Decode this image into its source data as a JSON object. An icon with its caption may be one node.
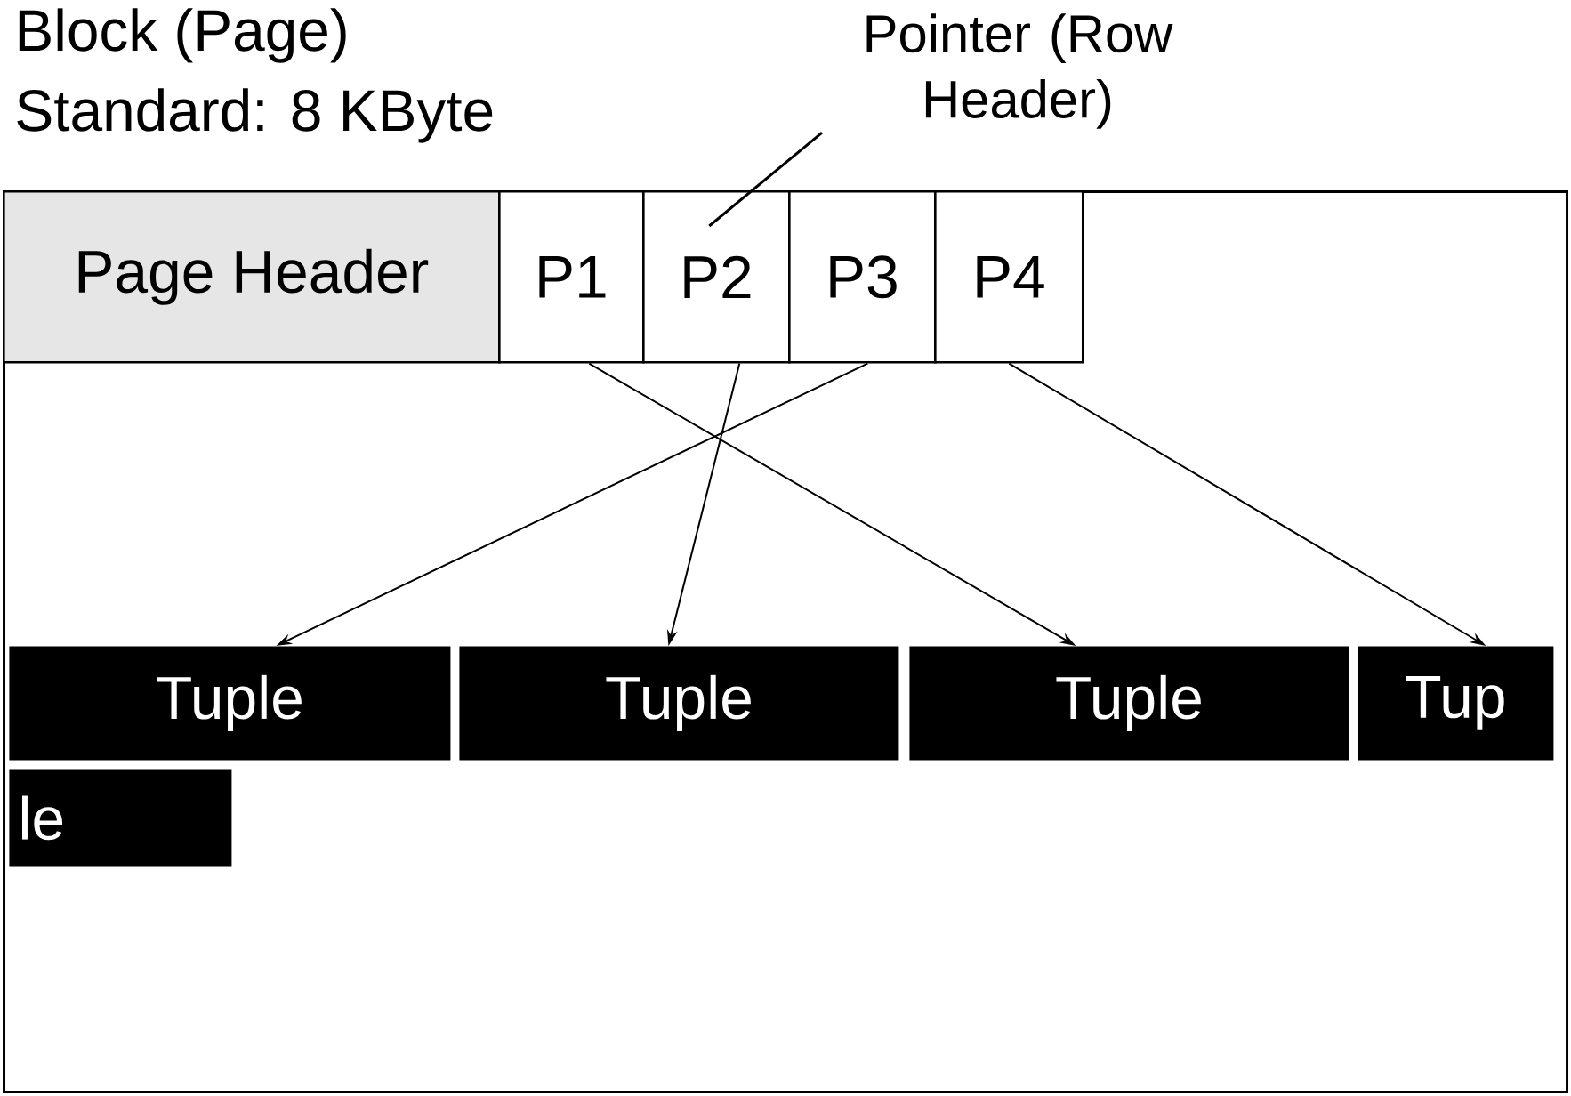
{
  "diagram": {
    "nodes": [
      {
        "text": [
          "Block (Page)",
          "Standard: 8 KByte"
        ]
      },
      {
        "text": [
          "Page Header"
        ],
        "in": 0
      },
      {
        "text": [
          "P1"
        ],
        "in": 0
      },
      {
        "text": [
          "P2"
        ],
        "in": 0
      },
      {
        "text": [
          "P3"
        ],
        "in": 0
      },
      {
        "text": [
          "P4"
        ],
        "in": 0
      },
      {
        "text": [
          "Pointer (Row Header)"
        ]
      },
      {
        "text": [
          "Tuple"
        ],
        "in": 0
      },
      {
        "text": [
          "Tuple"
        ],
        "in": 0
      },
      {
        "text": [
          "Tuple"
        ],
        "in": 0
      },
      {
        "text": [
          "Tup"
        ],
        "in": 0
      },
      {
        "text": [
          "le"
        ],
        "in": 0
      }
    ],
    "edges": [
      {
        "from": 6,
        "to": 3,
        "arrow": "none"
      },
      {
        "from": 2,
        "to": 9,
        "arrow": "to"
      },
      {
        "from": 3,
        "to": 8,
        "arrow": "to"
      },
      {
        "from": 4,
        "to": 7,
        "arrow": "to"
      },
      {
        "from": 5,
        "to": 10,
        "arrow": "to"
      }
    ]
  }
}
